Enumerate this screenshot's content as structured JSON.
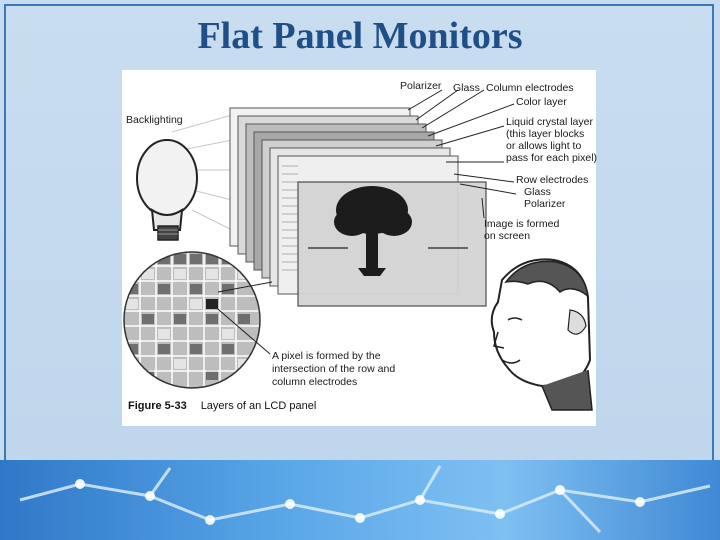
{
  "slide": {
    "title": "Flat Panel Monitors"
  },
  "figure": {
    "labels": {
      "polarizer_top": "Polarizer",
      "glass_top": "Glass",
      "column_electrodes": "Column electrodes",
      "color_layer": "Color layer",
      "liquid_crystal_1": "Liquid crystal layer",
      "liquid_crystal_2": "(this layer blocks",
      "liquid_crystal_3": "or allows light to",
      "liquid_crystal_4": "pass for each pixel)",
      "row_electrodes": "Row electrodes",
      "glass_bottom": "Glass",
      "polarizer_bottom": "Polarizer",
      "image_formed_1": "Image is formed",
      "image_formed_2": "on screen",
      "backlighting": "Backlighting",
      "pixel_note_1": "A pixel is formed by the",
      "pixel_note_2": "intersection of the row and",
      "pixel_note_3": "column electrodes"
    },
    "caption": {
      "number": "Figure 5-33",
      "text": "Layers of an LCD panel"
    }
  }
}
